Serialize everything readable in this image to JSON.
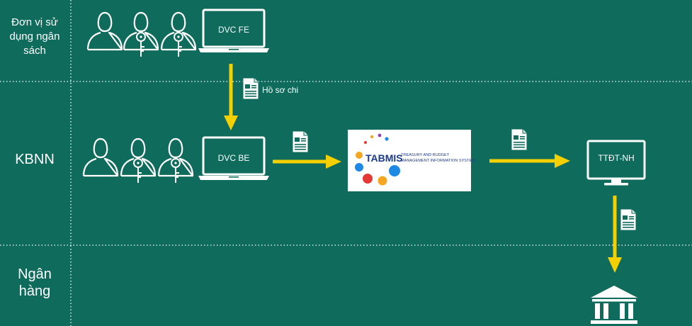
{
  "lanes": {
    "unit": {
      "line1": "Đơn vị sử",
      "line2": "dụng ngân",
      "line3": "sách"
    },
    "treasury": "KBNN",
    "bank": {
      "line1": "Ngân",
      "line2": "hàng"
    }
  },
  "nodes": {
    "fe_laptop": "DVC FE",
    "be_laptop": "DVC BE",
    "ttdt_monitor": "TTĐT-NH",
    "tabmis": {
      "brand": "TABMIS",
      "line1": "TREASURY AND BUDGET",
      "line2": "MANAGEMENT INFORMATION SYSTEM"
    }
  },
  "labels": {
    "document": "Hồ sơ chi"
  },
  "colors": {
    "background": "#0f6b5c",
    "arrow": "#f5d000",
    "line": "#ffffff",
    "tabmis_brand": "#1b3a8c"
  },
  "icons": [
    "user-key-icon",
    "laptop-icon",
    "monitor-icon",
    "document-icon",
    "bank-icon"
  ]
}
